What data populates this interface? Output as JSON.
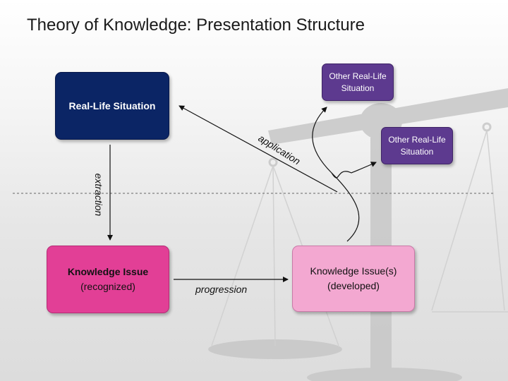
{
  "title": "Theory of Knowledge: Presentation Structure",
  "boxes": {
    "real_life_situation": "Real-Life Situation",
    "knowledge_issue": {
      "line1": "Knowledge Issue",
      "line2": "(recognized)"
    },
    "knowledge_issues_developed": {
      "line1": "Knowledge Issue(s)",
      "line2": "(developed)"
    },
    "other_situation_1": {
      "line1": "Other Real-Life",
      "line2": "Situation"
    },
    "other_situation_2": {
      "line1": "Other Real-Life",
      "line2": "Situation"
    }
  },
  "labels": {
    "extraction": "extraction",
    "progression": "progression",
    "application": "application"
  },
  "colors": {
    "navy": "#0b2565",
    "magenta": "#e23f96",
    "pink": "#f3a8d1",
    "purple": "#5d3a8f"
  }
}
